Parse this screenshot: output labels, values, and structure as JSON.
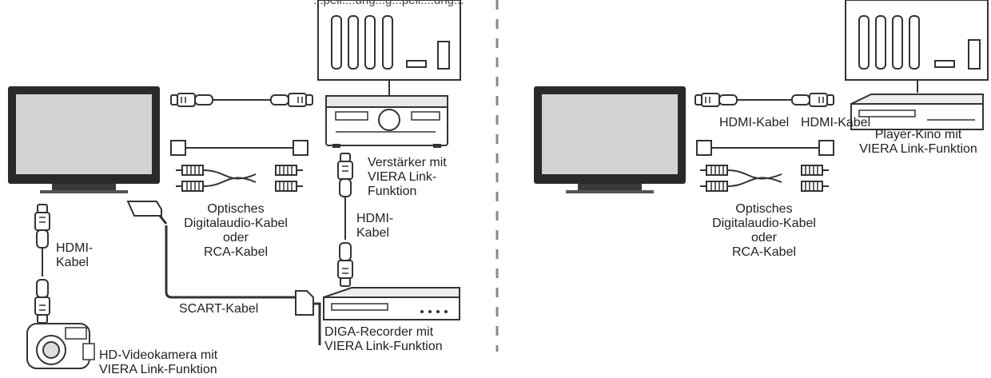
{
  "top_caption_fragment": "...peil....ung...g...peil....ung...",
  "labels": {
    "hdmi_kabel_tv_cam": [
      "HDMI-",
      "Kabel"
    ],
    "optical_rca_left": [
      "Optisches",
      "Digitalaudio-Kabel",
      "oder",
      "RCA-Kabel"
    ],
    "amp": [
      "Verstärker mit",
      "VIERA Link-",
      "Funktion"
    ],
    "hdmi_kabel_amp_diga": [
      "HDMI-",
      "Kabel"
    ],
    "scart": "SCART-Kabel",
    "diga": [
      "DIGA-Recorder mit",
      "VIERA Link-Funktion"
    ],
    "camera": [
      "HD-Videokamera mit",
      "VIERA Link-Funktion"
    ],
    "hdmi_kabel_right_1": "HDMI-Kabel",
    "hdmi_kabel_right_2": "HDMI-Kabel",
    "player_kino": [
      "Player-Kino mit",
      "VIERA Link-Funktion"
    ],
    "optical_rca_right": [
      "Optisches",
      "Digitalaudio-Kabel",
      "oder",
      "RCA-Kabel"
    ]
  },
  "icons": {
    "tv": "tv-icon",
    "speakers": "speaker-set-icon",
    "amplifier": "av-amplifier-icon",
    "diga": "dvd-recorder-icon",
    "player": "blu-ray-player-icon",
    "camera": "camcorder-icon",
    "hdmi": "hdmi-plug-icon",
    "optical": "optical-plug-icon",
    "rca": "rca-plug-icon",
    "scart": "scart-plug-icon"
  },
  "colors": {
    "line": "#333333",
    "screen": "#cfcfcf",
    "body": "#2a2a2a",
    "divider": "#888888"
  }
}
